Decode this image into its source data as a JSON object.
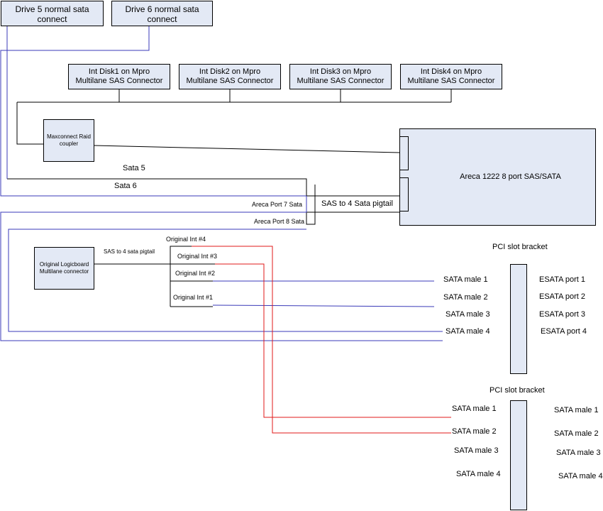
{
  "colors": {
    "box_fill": "#e3e9f5",
    "blue_wire": "#3a3ab8",
    "red_wire": "#e01818",
    "black_wire": "#000000"
  },
  "boxes": {
    "drive5": "Drive 5 normal sata connect",
    "drive6": "Drive 6 normal sata connect",
    "int1_l1": "Int Disk1 on Mpro",
    "int1_l2": "Multilane SAS Connector",
    "int2_l1": "Int Disk2 on Mpro",
    "int2_l2": "Multilane SAS Connector",
    "int3_l1": "Int Disk3 on Mpro",
    "int3_l2": "Multilane SAS Connector",
    "int4_l1": "Int Disk4 on Mpro",
    "int4_l2": "Multilane SAS Connector",
    "maxconnect_l1": "Maxconnect Raid",
    "maxconnect_l2": "coupler",
    "areca": "Areca 1222 8 port SAS/SATA",
    "logic_l1": "Original Logicboard",
    "logic_l2": "Multilane connector"
  },
  "labels": {
    "sata5": "Sata 5",
    "sata6": "Sata 6",
    "sas_pigtail": "SAS to 4 Sata pigtail",
    "areca_p7": "Areca Port 7 Sata",
    "areca_p8": "Areca Port 8 Sata",
    "sas_pigtail_small": "SAS to 4 sata pigtail",
    "orig4": "Original Int #4",
    "orig3": "Original Int #3",
    "orig2": "Original Int #2",
    "orig1": "Original Int #1",
    "pci1": "PCI slot bracket",
    "pci2": "PCI slot bracket"
  },
  "bracket1": {
    "sata": [
      "SATA male 1",
      "SATA male 2",
      "SATA male 3",
      "SATA male 4"
    ],
    "esata": [
      "ESATA port 1",
      "ESATA port 2",
      "ESATA port 3",
      "ESATA port 4"
    ]
  },
  "bracket2": {
    "left": [
      "SATA male 1",
      "SATA male 2",
      "SATA male 3",
      "SATA male 4"
    ],
    "right": [
      "SATA male 1",
      "SATA male 2",
      "SATA male 3",
      "SATA male 4"
    ]
  }
}
